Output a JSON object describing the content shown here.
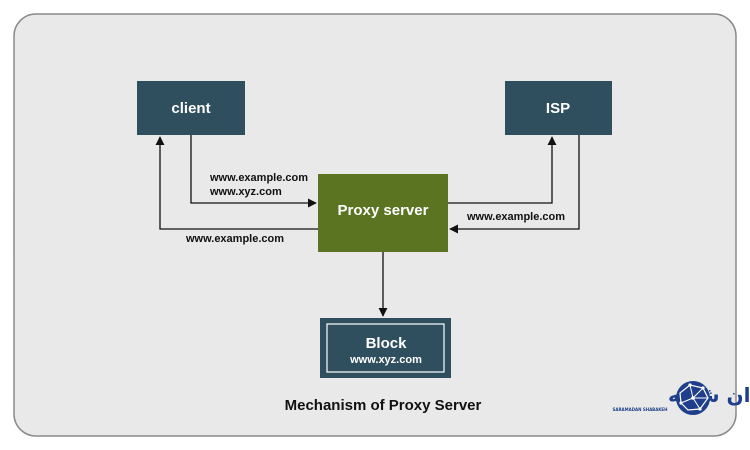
{
  "diagram": {
    "nodes": {
      "client": {
        "label": "client"
      },
      "isp": {
        "label": "ISP"
      },
      "proxy": {
        "label": "Proxy server"
      },
      "block": {
        "label": "Block",
        "sublabel": "www.xyz.com"
      }
    },
    "edges": {
      "client_to_proxy": {
        "label_line1": "www.example.com",
        "label_line2": "www.xyz.com"
      },
      "proxy_to_client": {
        "label": "www.example.com"
      },
      "isp_to_proxy": {
        "label": "www.example.com"
      }
    },
    "caption": "Mechanism of Proxy Server"
  },
  "brand": {
    "name": "سرآمدان شبکه",
    "subtitle": "SARAMADAN SHABAKEH"
  },
  "colors": {
    "frame_bg": "#e9e9e9",
    "frame_border": "#8a8a8a",
    "node_dark": "#2f4f5f",
    "node_proxy": "#5a7422",
    "brand_blue": "#1f3f8c"
  }
}
